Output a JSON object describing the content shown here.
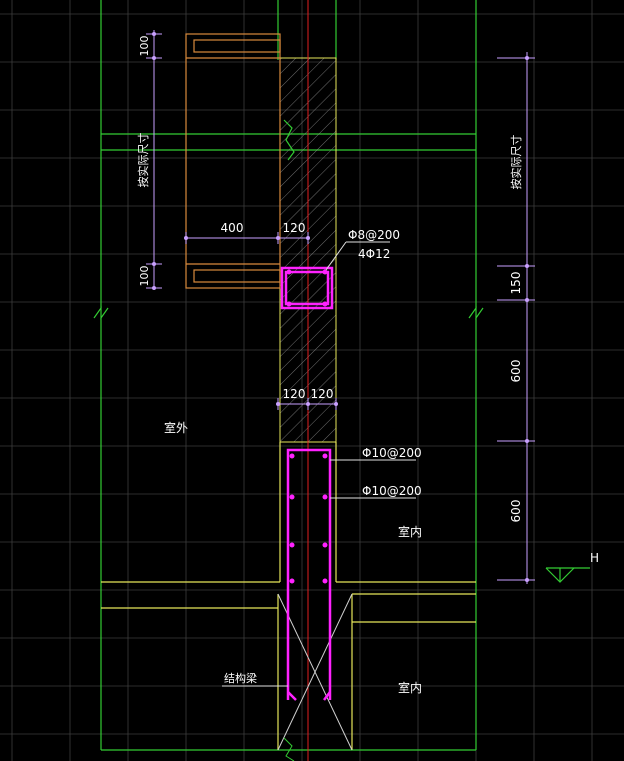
{
  "drawing": {
    "dims": {
      "top_100": "100",
      "left_vertical": "按实际尺寸",
      "d400": "400",
      "d120_top": "120",
      "bottom_100": "100",
      "d120_a": "120",
      "d120_b": "120",
      "right_vertical": "按实际尺寸",
      "d150": "150",
      "d600_upper": "600",
      "d600_lower": "600"
    },
    "annotations": {
      "stirrup": "Φ8@200",
      "bars": "4Φ12",
      "rebar_1": "Φ10@200",
      "rebar_2": "Φ10@200",
      "elevation": "H",
      "structure_beam": "结构梁"
    },
    "rooms": {
      "outdoor": "室外",
      "indoor_upper": "室内",
      "indoor_lower": "室内"
    },
    "colors": {
      "background": "#000000",
      "grid": "#3c3c3c",
      "green_line": "#33cc33",
      "yellow_line": "#e6e65a",
      "orange_line": "#d98a3c",
      "red_line": "#e02020",
      "rebar": "#ff22ff",
      "dimension": "#c9a0ff",
      "text": "#ffffff"
    }
  }
}
